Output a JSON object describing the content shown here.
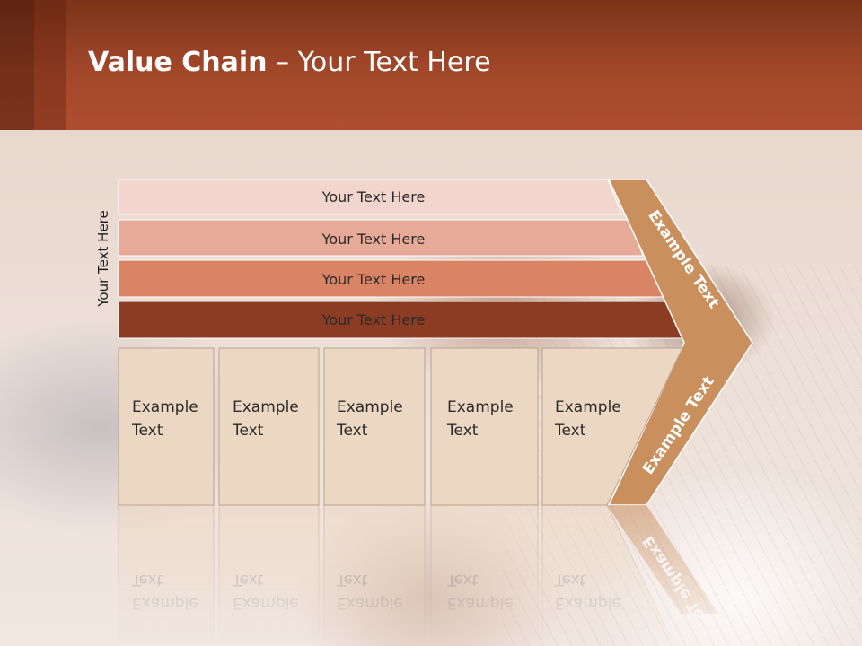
{
  "title": {
    "bold": "Value Chain",
    "rest": " – Your Text Here"
  },
  "side_label": "Your Text Here",
  "bars": [
    {
      "label": "Your Text Here",
      "color": "#f2d5cc"
    },
    {
      "label": "Your Text Here",
      "color": "#e6aa96"
    },
    {
      "label": "Your Text Here",
      "color": "#d98465"
    },
    {
      "label": "Your Text Here",
      "color": "#8c3c22"
    }
  ],
  "boxes": [
    {
      "line1": "Example",
      "line2": "Text"
    },
    {
      "line1": "Example",
      "line2": "Text"
    },
    {
      "line1": "Example",
      "line2": "Text"
    },
    {
      "line1": "Example",
      "line2": "Text"
    },
    {
      "line1": "Example",
      "line2": "Text"
    }
  ],
  "chevron": {
    "upper": "Example Text",
    "lower": "Example Text",
    "color": "#c98f5c"
  },
  "colors": {
    "header": "#a3472a",
    "box_fill": "#ecd7c2",
    "box_stroke": "#b9a291"
  }
}
